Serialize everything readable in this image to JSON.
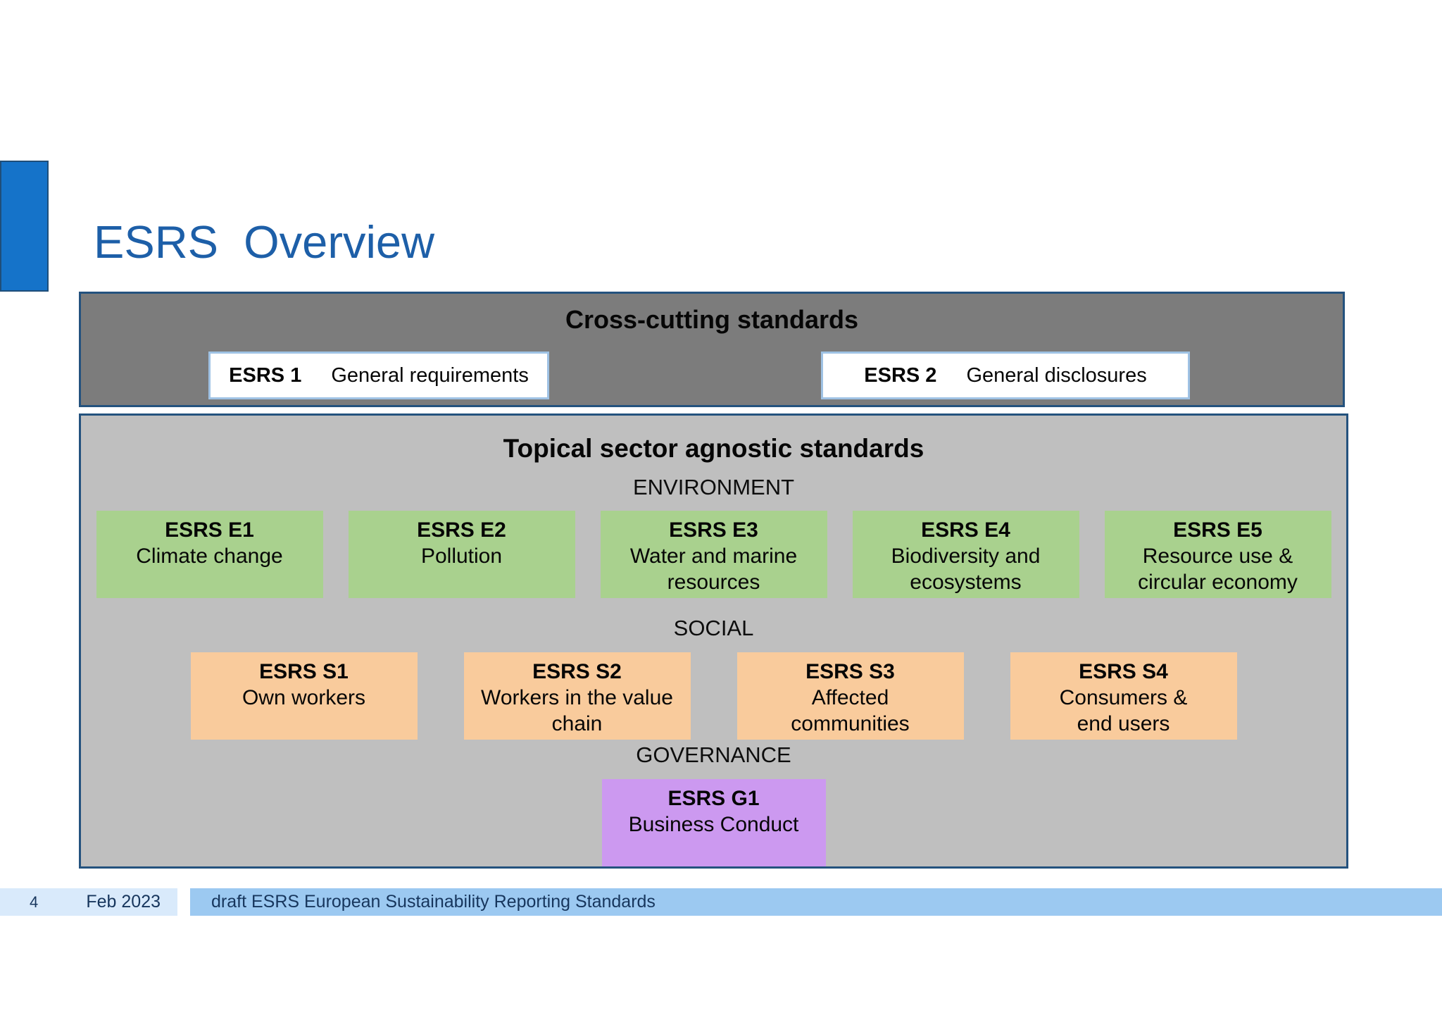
{
  "slide": {
    "title": "ESRS  Overview",
    "page_number": "4",
    "date": "Feb 2023",
    "footer_text": "draft ESRS European Sustainability Reporting Standards"
  },
  "cross_cutting": {
    "title": "Cross-cutting standards",
    "items": [
      {
        "code": "ESRS 1",
        "label": "General requirements"
      },
      {
        "code": "ESRS 2",
        "label": "General disclosures"
      }
    ]
  },
  "topical": {
    "title": "Topical sector agnostic standards",
    "sections": [
      {
        "name": "ENVIRONMENT",
        "color": "#A9D18E",
        "items": [
          {
            "code": "ESRS E1",
            "label_lines": [
              "Climate change"
            ]
          },
          {
            "code": "ESRS E2",
            "label_lines": [
              "Pollution"
            ]
          },
          {
            "code": "ESRS E3",
            "label_lines": [
              "Water and marine",
              "resources"
            ]
          },
          {
            "code": "ESRS E4",
            "label_lines": [
              "Biodiversity and",
              "ecosystems"
            ]
          },
          {
            "code": "ESRS E5",
            "label_lines": [
              "Resource use &",
              "circular economy"
            ]
          }
        ]
      },
      {
        "name": "SOCIAL",
        "color": "#F9CB9C",
        "items": [
          {
            "code": "ESRS S1",
            "label_lines": [
              "Own workers"
            ]
          },
          {
            "code": "ESRS S2",
            "label_lines": [
              "Workers in the value",
              "chain"
            ]
          },
          {
            "code": "ESRS S3",
            "label_lines": [
              "Affected",
              "communities"
            ]
          },
          {
            "code": "ESRS S4",
            "label_lines": [
              "Consumers &",
              "end users"
            ]
          }
        ]
      },
      {
        "name": "GOVERNANCE",
        "color": "#CC99F0",
        "items": [
          {
            "code": "ESRS G1",
            "label_lines": [
              "Business Conduct"
            ]
          }
        ]
      }
    ]
  },
  "colors": {
    "accent_bar": "#1573C9",
    "title_text": "#1D5FA8",
    "cross_cutting_fill": "#7C7C7C",
    "topical_fill": "#BFBFBF",
    "container_border": "#24527E",
    "white_card_border": "#9FC2E4",
    "environment_fill": "#A9D18E",
    "social_fill": "#F9CB9C",
    "governance_fill": "#CC99F0",
    "footer_page_fill": "#D9EAFB",
    "footer_bar_fill": "#9CC9F1",
    "footer_text": "#17365D"
  }
}
